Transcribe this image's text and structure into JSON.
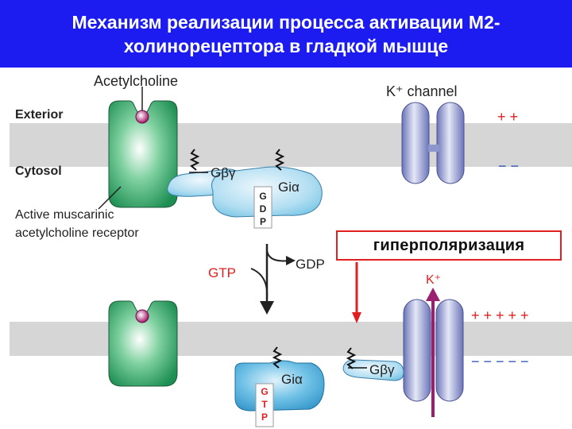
{
  "header": {
    "title_line1": "Механизм реализации процесса активации М2-",
    "title_line2": "холинорецептора в гладкой мышце"
  },
  "labels": {
    "acetylcholine": "Acetylcholine",
    "exterior": "Exterior",
    "cytosol": "Cytosol",
    "receptor_line1": "Active muscarinic",
    "receptor_line2": "acetylcholine receptor",
    "k_channel": "K⁺ channel",
    "g_beta_gamma_top": "Gβγ",
    "g_i_alpha_top": "Giα",
    "gdp_letters": [
      "G",
      "D",
      "P"
    ],
    "gtp": "GTP",
    "gdp": "GDP",
    "k_ion": "K⁺",
    "g_i_alpha_bottom": "Giα",
    "g_beta_gamma_bottom": "Gβγ",
    "gtp_letters": [
      "G",
      "T",
      "P"
    ],
    "plus_top": "+ +",
    "minus_top": "− −",
    "plus_bottom": "+ + + + +",
    "minus_bottom": "− − − − −",
    "hyperpolarization": "гиперполяризация"
  },
  "colors": {
    "title_bg": "#1c1cf0",
    "receptor_green": "#1e8f52",
    "membrane_gray": "#d6d6d6",
    "channel_blue": "#7d87c4",
    "g_protein_blue": "#5fb7dd",
    "accent_red": "#e02020",
    "ion_purple": "#9a1f6e"
  }
}
